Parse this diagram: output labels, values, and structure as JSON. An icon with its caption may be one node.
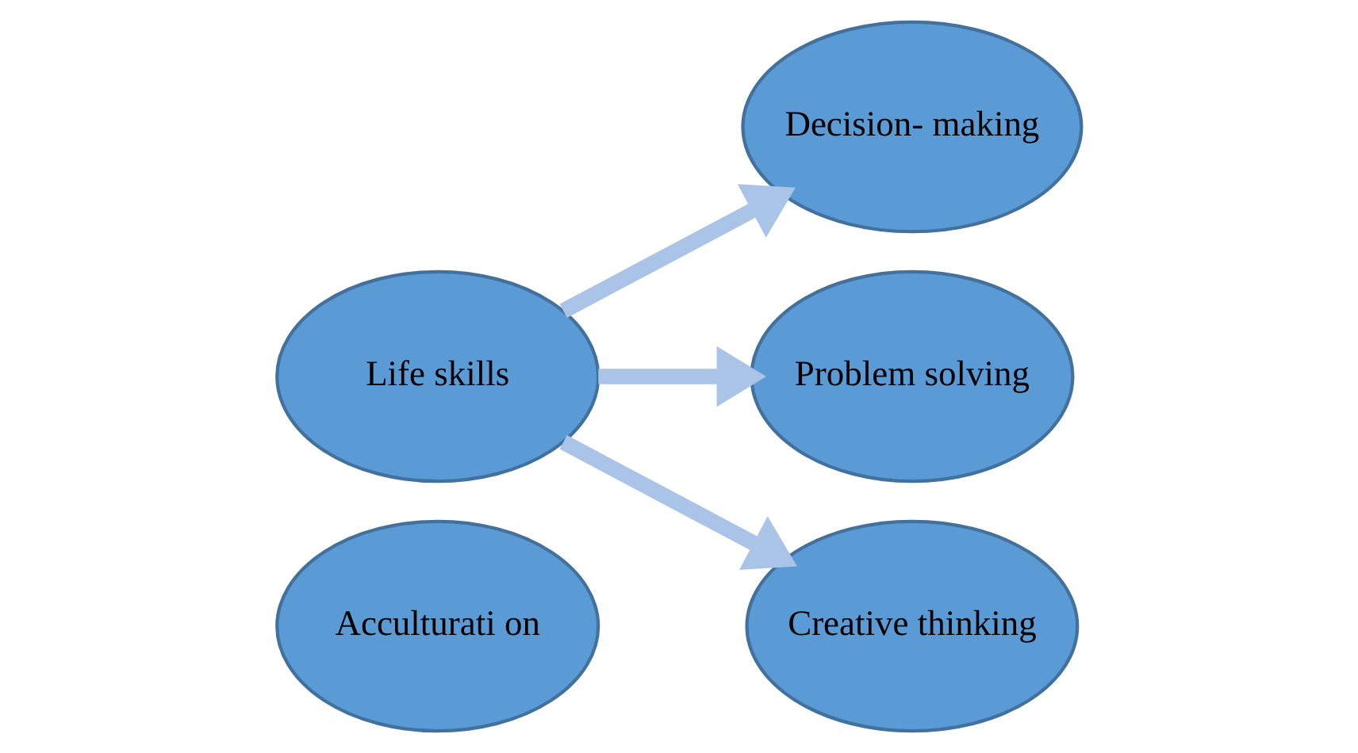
{
  "diagram": {
    "nodes": [
      {
        "text": [
          "Acculturati on"
        ]
      },
      {
        "text": [
          "Life skills"
        ]
      },
      {
        "text": [
          "Decision- making"
        ]
      },
      {
        "text": [
          "Problem solving"
        ]
      },
      {
        "text": [
          "Creative thinking"
        ]
      }
    ],
    "edges": [
      {
        "from": 1,
        "to": 2,
        "arrow": "to"
      },
      {
        "from": 1,
        "to": 3,
        "arrow": "to"
      },
      {
        "from": 1,
        "to": 4,
        "arrow": "to"
      }
    ]
  }
}
